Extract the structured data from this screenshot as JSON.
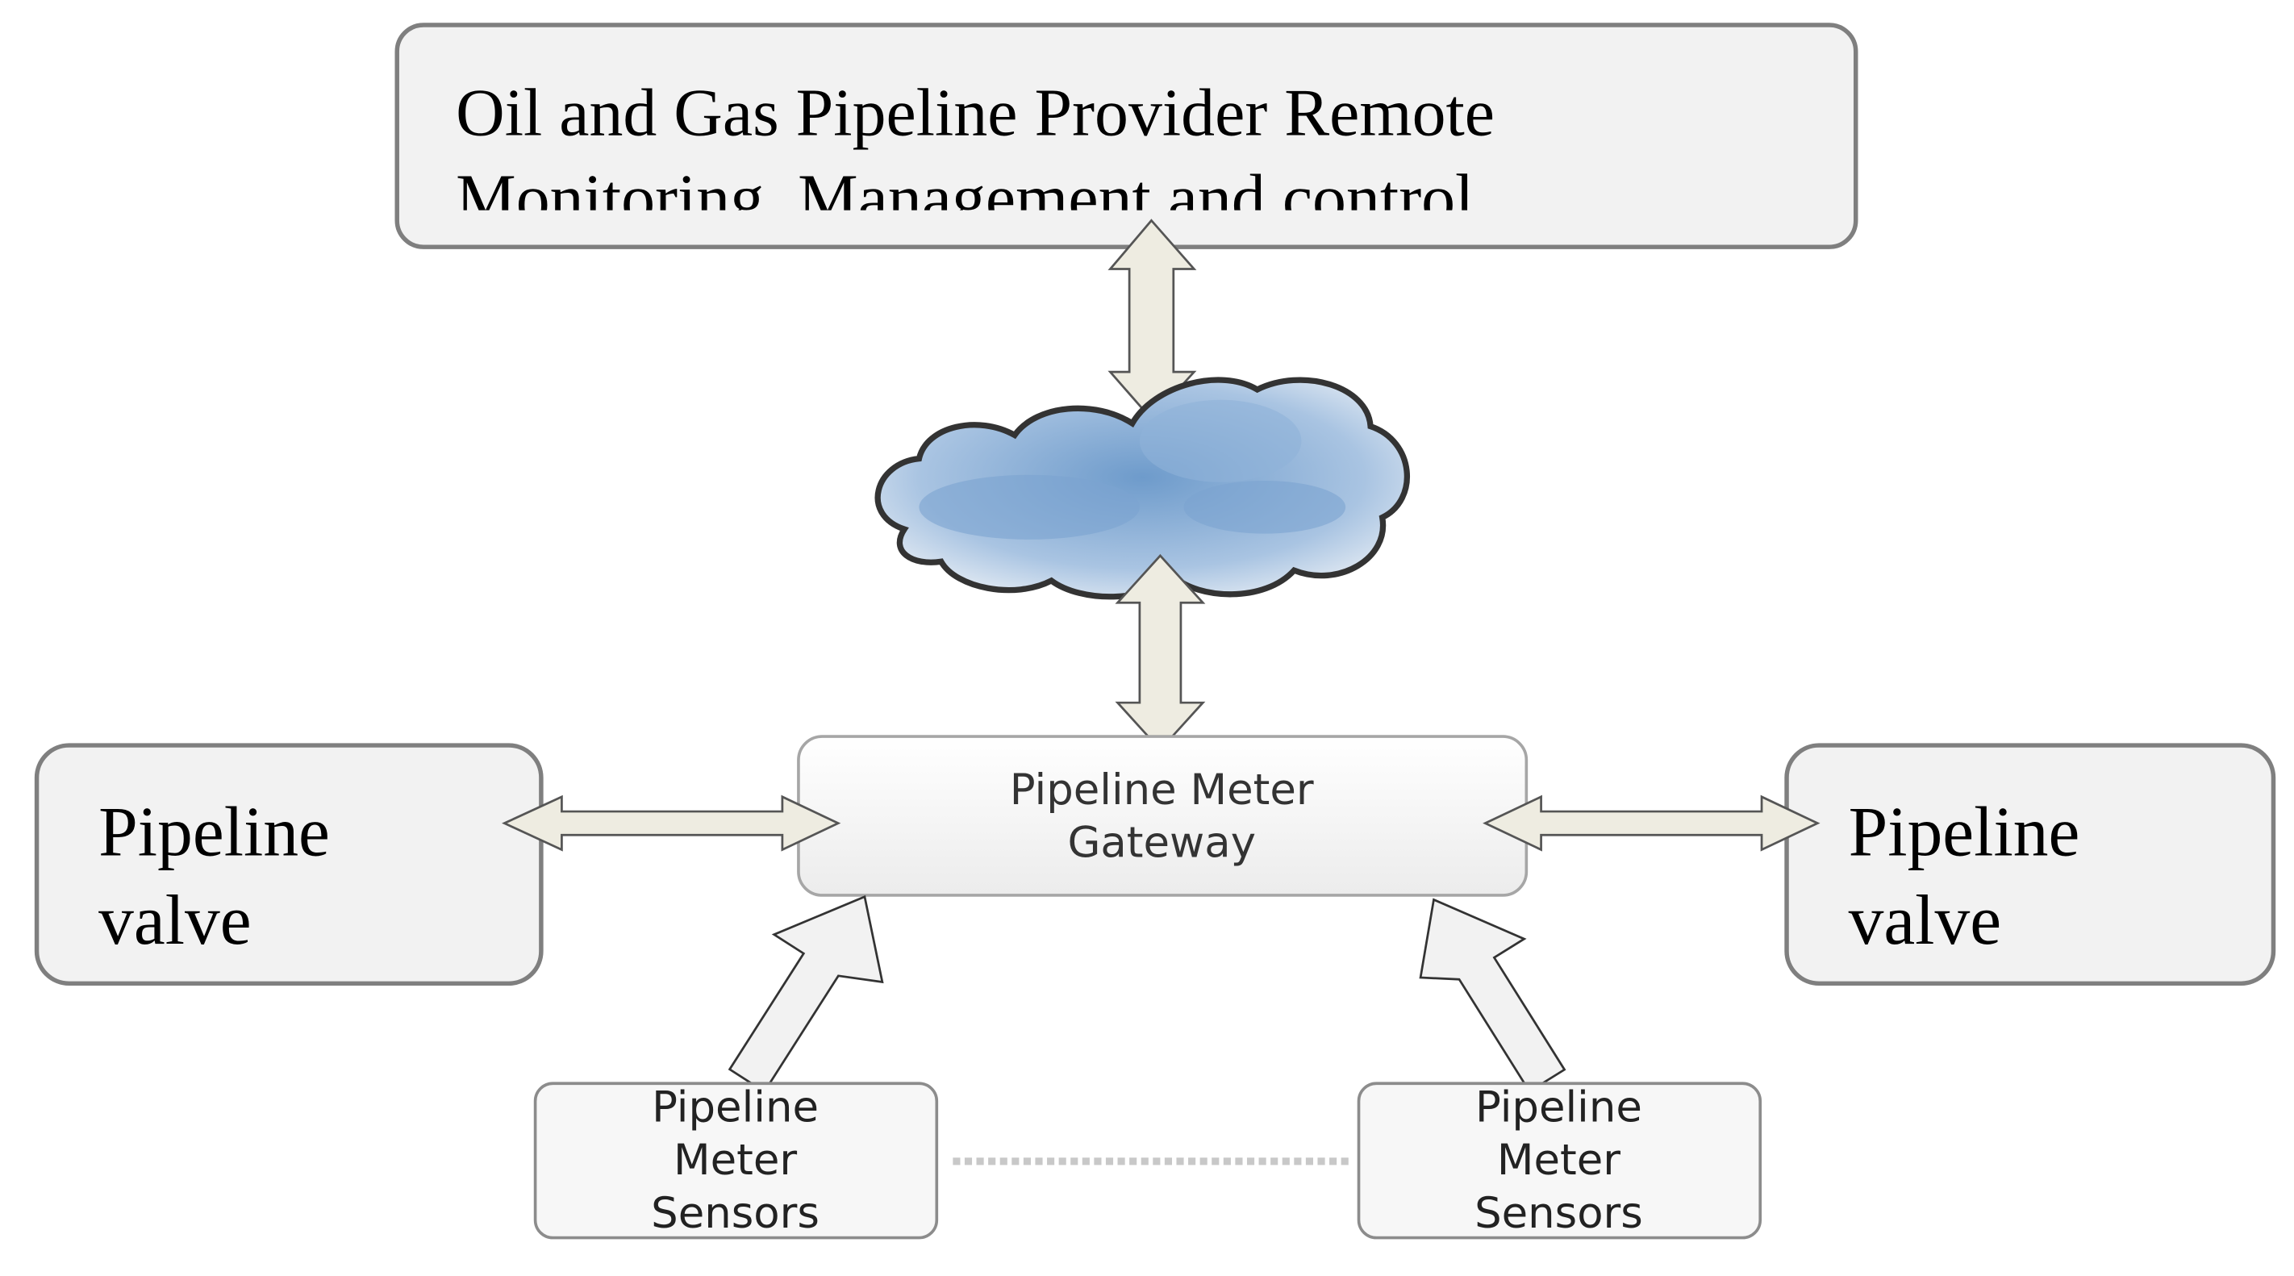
{
  "control_center": {
    "lines": [
      "Oil and Gas Pipeline Provider Remote",
      "Monitoring, Management and control"
    ]
  },
  "cloud": {
    "icon": "cloud-icon"
  },
  "gateway": {
    "lines": [
      "Pipeline Meter",
      "Gateway"
    ]
  },
  "valve_left": {
    "lines": [
      "Pipeline",
      "valve"
    ]
  },
  "valve_right": {
    "lines": [
      "Pipeline",
      "valve"
    ]
  },
  "sensors_left": {
    "lines": [
      "Pipeline",
      "Meter",
      "Sensors"
    ]
  },
  "sensors_right": {
    "lines": [
      "Pipeline",
      "Meter",
      "Sensors"
    ]
  },
  "colors": {
    "box_fill": "#f2f2f2",
    "box_stroke": "#7f7f7f",
    "arrow_fill": "#eeece1",
    "cloud_fill": "#8fb3d9"
  }
}
